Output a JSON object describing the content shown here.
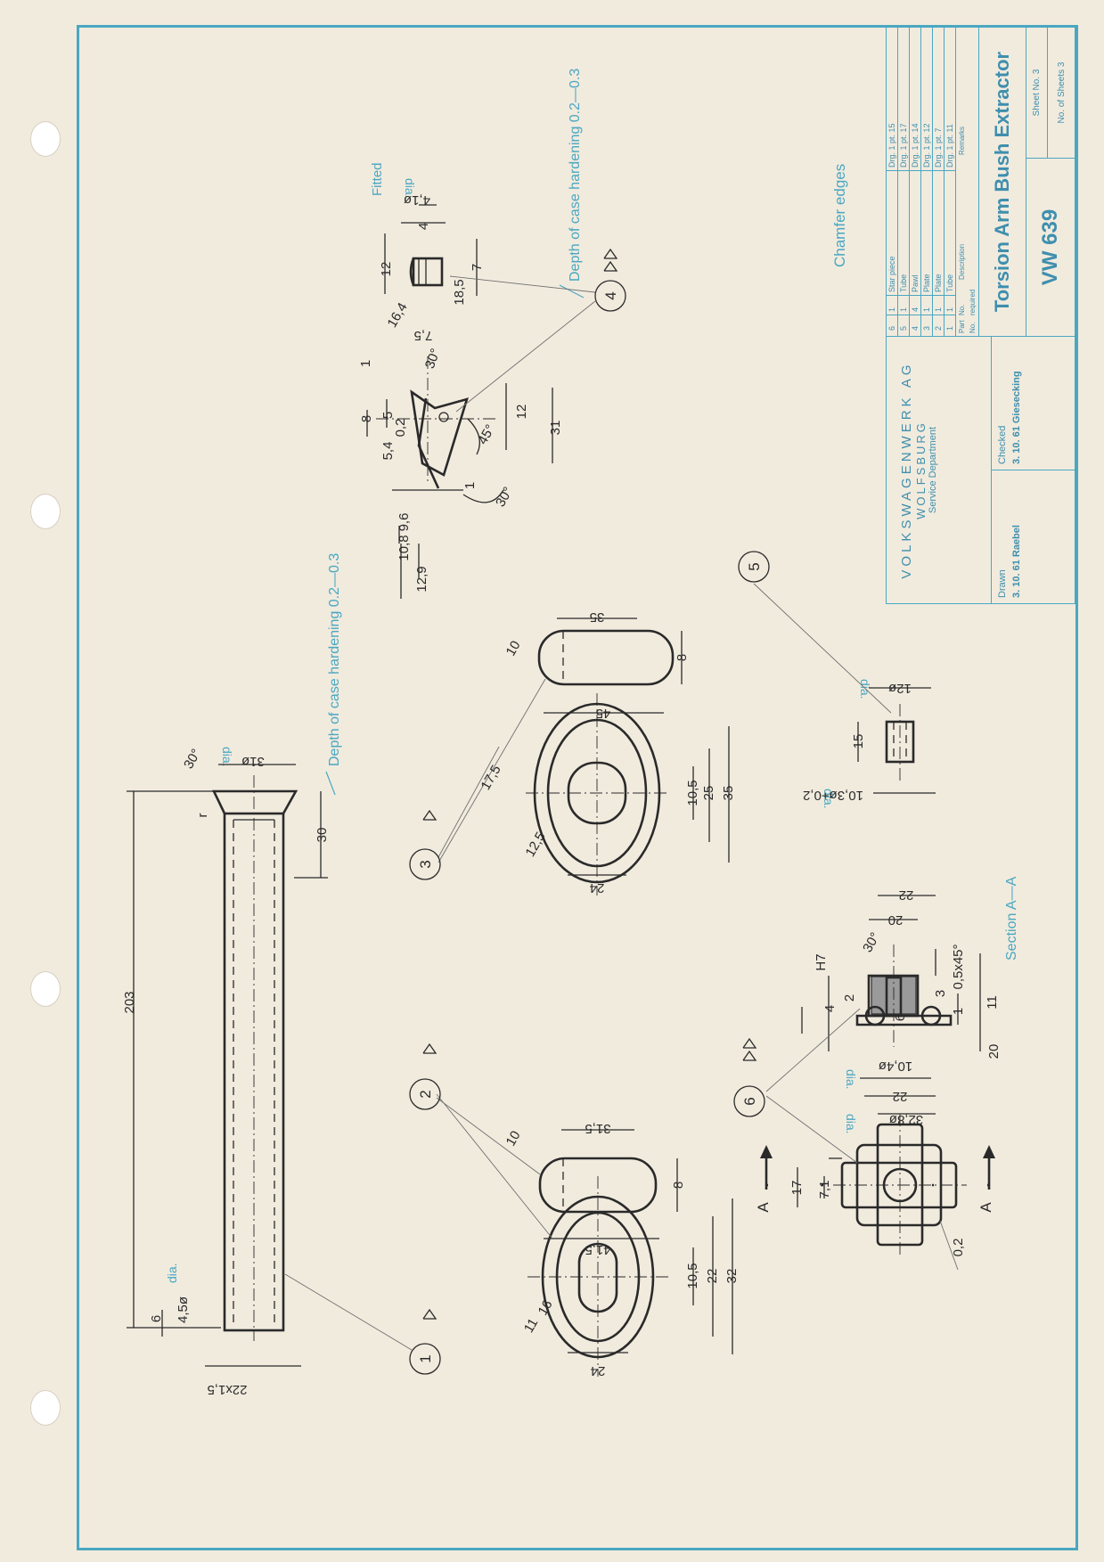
{
  "title_block": {
    "company": "VOLKSWAGENWERK AG",
    "city": "WOLFSBURG",
    "department": "Service Department",
    "drawn_label": "Drawn",
    "drawn_value": "3. 10. 61 Raebel",
    "checked_label": "Checked",
    "checked_value": "3. 10. 61 Giesecking",
    "tool_title": "Torsion Arm Bush Extractor",
    "tool_number": "VW 639",
    "sheet_no": "Sheet No. 3",
    "num_sheets": "No. of Sheets 3",
    "parts_header": {
      "part_no": "Part No.",
      "qty": "No. required",
      "desc": "Description",
      "remarks": "Remarks"
    },
    "parts": [
      {
        "no": "6",
        "qty": "1",
        "desc": "Star piece",
        "remark": "Drg. 1 pt. 15"
      },
      {
        "no": "5",
        "qty": "1",
        "desc": "Tube",
        "remark": "Drg. 1 pt. 17"
      },
      {
        "no": "4",
        "qty": "4",
        "desc": "Pawl",
        "remark": "Drg. 1 pt. 14"
      },
      {
        "no": "3",
        "qty": "1",
        "desc": "Plate",
        "remark": "Drg. 1 pt. 12"
      },
      {
        "no": "2",
        "qty": "1",
        "desc": "Plate",
        "remark": "Drg. 1 pt. 7"
      },
      {
        "no": "1",
        "qty": "1",
        "desc": "Tube",
        "remark": "Drg. 1 pt. 11"
      }
    ]
  },
  "notes": {
    "chamfer": "Chamfer edges",
    "hardening": "Depth of case hardening 0.2—0.3",
    "fitted": "Fitted",
    "dia": "dia.",
    "section": "Section A—A",
    "section_mark": "A"
  },
  "balloons": [
    "1",
    "2",
    "3",
    "4",
    "5",
    "6"
  ],
  "dims": {
    "p1": [
      "203",
      "30",
      "6",
      "4,5ø",
      "22x1,5",
      "31ø",
      "30°",
      "r"
    ],
    "p2": [
      "31,5",
      "41,5",
      "10",
      "8",
      "16",
      "11",
      "10,5",
      "22",
      "32",
      "24"
    ],
    "p3": [
      "35",
      "45",
      "10",
      "8",
      "17,5",
      "12,5",
      "10,5",
      "25",
      "35",
      "24"
    ],
    "p4": [
      "12",
      "16,4",
      "18,5",
      "7",
      "4",
      "4,1ø",
      "7,5",
      "30°",
      "1",
      "8",
      "5",
      "0,2",
      "5,4",
      "12",
      "31",
      "45°",
      "1",
      "30°",
      "9,6",
      "10,8",
      "12,9"
    ],
    "p5": [
      "12ø",
      "15",
      "10,3ø+0,2"
    ],
    "p6": [
      "22",
      "20",
      "30°",
      "0,5x45°",
      "H7",
      "4",
      "2",
      "3",
      "6",
      "1",
      "11",
      "20",
      "10,4ø",
      "22",
      "32,8ø",
      "17",
      "7,1",
      "0,2"
    ]
  }
}
